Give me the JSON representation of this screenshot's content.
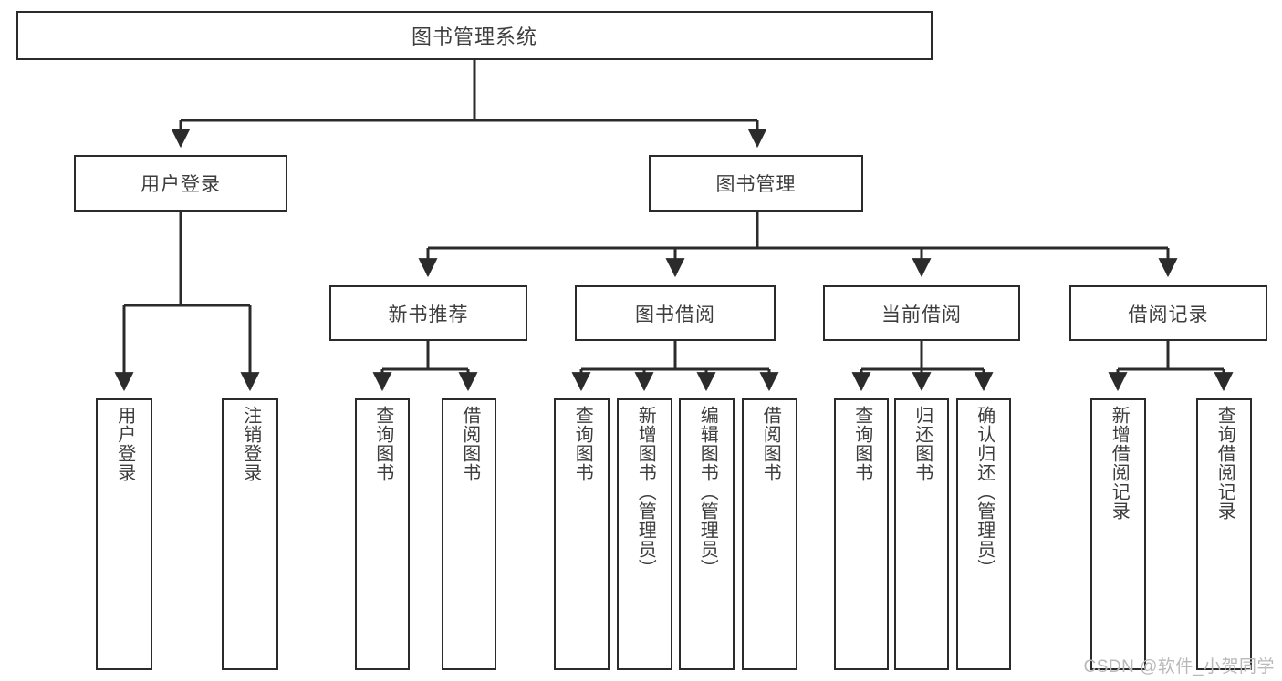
{
  "diagram": {
    "title": "图书管理系统",
    "type": "tree-hierarchy-chart",
    "watermark": "CSDN @软件_小贺同学",
    "colors": {
      "box_border": "#2b2b2b",
      "box_fill": "#ffffff",
      "text": "#3d3d3d",
      "edge": "#2b2b2b",
      "watermark": "#b9b9b9",
      "background": "#ffffff"
    },
    "nodes": {
      "root": {
        "label": "图书管理系统"
      },
      "level2": [
        {
          "id": "user-login",
          "label": "用户登录"
        },
        {
          "id": "book-manage",
          "label": "图书管理"
        }
      ],
      "level3": [
        {
          "id": "new-book-rec",
          "label": "新书推荐"
        },
        {
          "id": "book-borrow",
          "label": "图书借阅"
        },
        {
          "id": "current-borrow",
          "label": "当前借阅"
        },
        {
          "id": "borrow-record",
          "label": "借阅记录"
        }
      ],
      "leaves": {
        "user-login": [
          {
            "id": "leaf-user-login",
            "label": "用户登录"
          },
          {
            "id": "leaf-logout",
            "label": "注销登录"
          }
        ],
        "new-book-rec": [
          {
            "id": "leaf-query-book-1",
            "label": "查询图书"
          },
          {
            "id": "leaf-borrow-book-1",
            "label": "借阅图书"
          }
        ],
        "book-borrow": [
          {
            "id": "leaf-query-book-2",
            "label": "查询图书"
          },
          {
            "id": "leaf-add-book",
            "label": "新增图书（管理员）"
          },
          {
            "id": "leaf-edit-book",
            "label": "编辑图书（管理员）"
          },
          {
            "id": "leaf-borrow-book-2",
            "label": "借阅图书"
          }
        ],
        "current-borrow": [
          {
            "id": "leaf-query-book-3",
            "label": "查询图书"
          },
          {
            "id": "leaf-return-book",
            "label": "归还图书"
          },
          {
            "id": "leaf-confirm-return",
            "label": "确认归还（管理员）"
          }
        ],
        "borrow-record": [
          {
            "id": "leaf-add-record",
            "label": "新增借阅记录"
          },
          {
            "id": "leaf-query-record",
            "label": "查询借阅记录"
          }
        ]
      }
    }
  }
}
